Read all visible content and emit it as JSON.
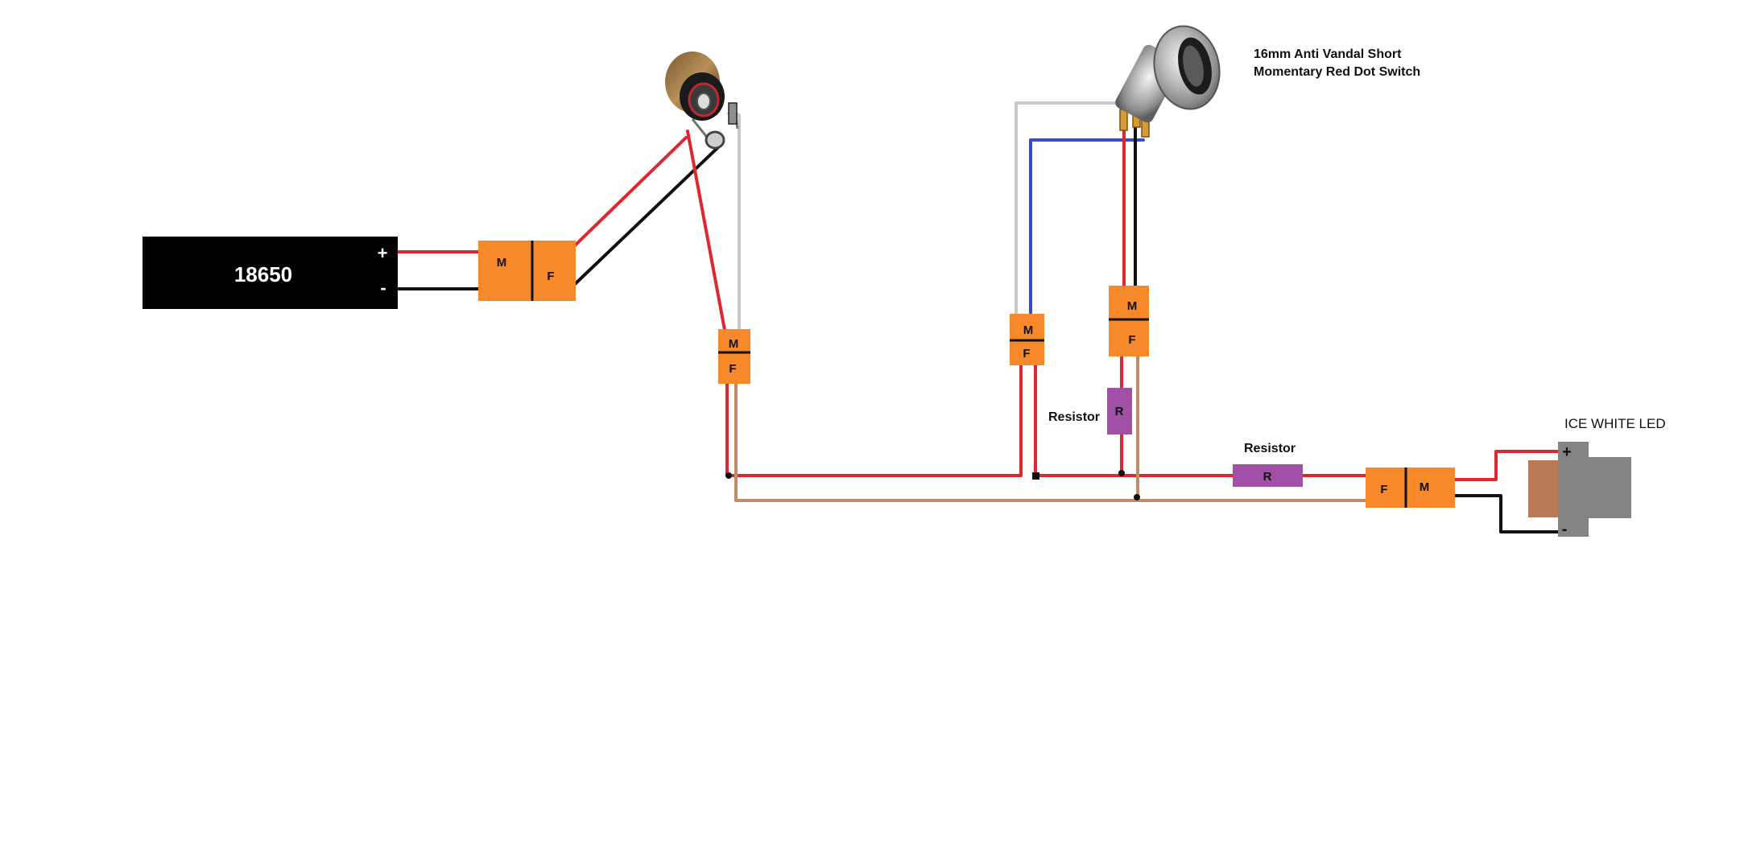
{
  "battery": {
    "label": "18650",
    "plus": "+",
    "minus": "-"
  },
  "connectors": {
    "battery": {
      "male": "M",
      "female": "F"
    },
    "jack": {
      "male": "M",
      "female": "F"
    },
    "switch_left": {
      "male": "M",
      "female": "F"
    },
    "switch_right": {
      "male": "M",
      "female": "F"
    },
    "led": {
      "female": "F",
      "male": "M"
    }
  },
  "switch": {
    "label_line1": "16mm Anti Vandal Short",
    "label_line2": "Momentary Red Dot Switch"
  },
  "resistors": {
    "vertical": {
      "symbol": "R",
      "label": "Resistor"
    },
    "horizontal": {
      "symbol": "R",
      "label": "Resistor"
    }
  },
  "led": {
    "label": "ICE WHITE LED",
    "plus": "+",
    "minus": "-"
  },
  "colors": {
    "wire_red": "#e0262e",
    "wire_black": "#111111",
    "wire_white": "#c8c8c8",
    "wire_blue": "#3a4bc4",
    "wire_brown": "#bf8c66",
    "connector": "#f7892a",
    "resistor": "#a24fa6",
    "battery": "#000000",
    "led_body": "#848484",
    "led_lens": "#b87a55"
  }
}
